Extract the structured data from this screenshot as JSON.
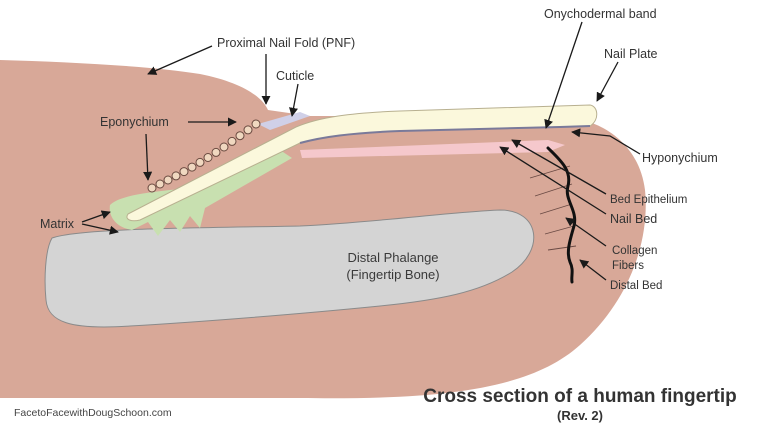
{
  "labels": {
    "proximal_nail_fold": "Proximal Nail Fold (PNF)",
    "onychodermal_band": "Onychodermal band",
    "nail_plate": "Nail Plate",
    "cuticle": "Cuticle",
    "eponychium": "Eponychium",
    "hyponychium": "Hyponychium",
    "bed_epithelium": "Bed Epithelium",
    "nail_bed": "Nail Bed",
    "matrix": "Matrix",
    "collagen_line1": "Collagen",
    "collagen_line2": "Fibers",
    "distal_bed": "Distal Bed",
    "bone_line1": "Distal Phalange",
    "bone_line2": "(Fingertip Bone)"
  },
  "title": "Cross section of a human fingertip",
  "subtitle": "(Rev. 2)",
  "credit": "FacetoFacewithDougSchoon.com",
  "colors": {
    "skin": "#d8a898",
    "bone": "#d4d4d4",
    "nail_plate": "#fbf8dc",
    "matrix": "#c8e0b0",
    "bed_epithelium": "#f5c8cc",
    "eponychium_bead": "#f0d8c0",
    "cuticle": "#d0d0e8"
  }
}
